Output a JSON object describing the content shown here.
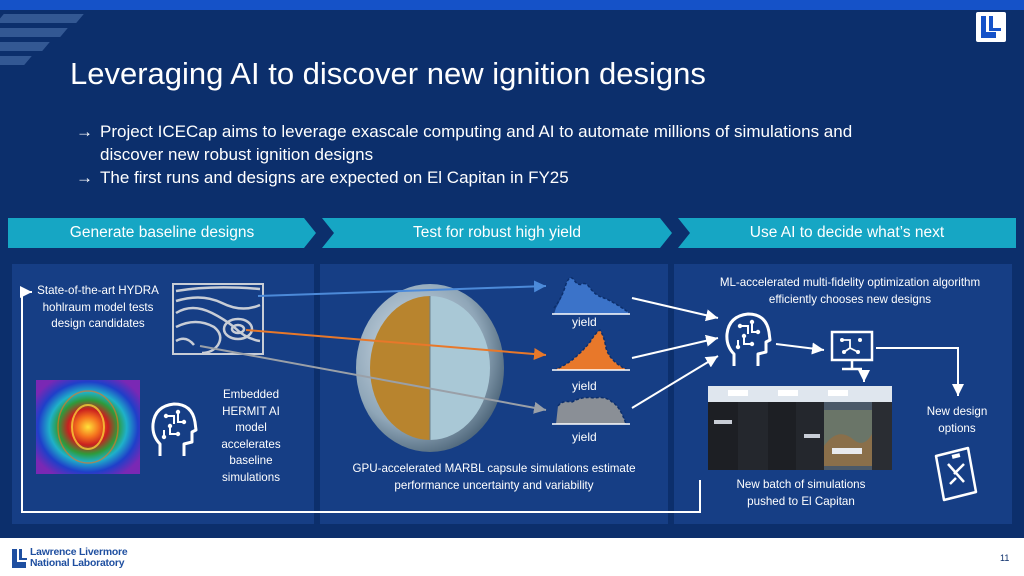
{
  "slide": {
    "title": "Leveraging AI to discover new ignition designs",
    "bullets": [
      "Project ICECap aims to leverage exascale computing and AI to automate millions of simulations and discover new robust ignition designs",
      "The first runs and designs are expected on El Capitan in FY25"
    ],
    "bullet_marker": "→",
    "stages": [
      "Generate baseline designs",
      "Test for robust high yield",
      "Use AI to decide what’s next"
    ],
    "hydra_text": "State-of-the-art HYDRA hohlraum model tests design candidates",
    "hermit_text": "Embedded HERMIT AI model accelerates baseline simulations",
    "yield_labels": [
      "yield",
      "yield",
      "yield"
    ],
    "marbl_text": "GPU-accelerated MARBL capsule simulations estimate performance uncertainty and variability",
    "ml_text": "ML-accelerated multi-fidelity optimization algorithm efficiently chooses new designs",
    "new_design_text": "New design options",
    "el_capitan_text": "New batch of simulations pushed to El Capitan",
    "footer": {
      "logo_line1": "Lawrence Livermore",
      "logo_line2": "National Laboratory",
      "page_number": "11"
    }
  },
  "colors": {
    "background": "#0c2f6c",
    "panel": "#163e85",
    "band": "#16a6c4",
    "top_band": "#1552c8",
    "blue_yield": "#3b73c9",
    "orange_yield": "#e8782a",
    "gray_yield": "#8a8f96",
    "capsule_gold": "#b8842e",
    "capsule_light": "#a9c8d6"
  },
  "icons": [
    "llnl-logo-icon",
    "hohlraum-contour-icon",
    "heatmap-image",
    "ai-head-icon",
    "capsule-sphere-icon",
    "monitor-flow-icon",
    "supercomputer-image",
    "design-document-icon"
  ]
}
